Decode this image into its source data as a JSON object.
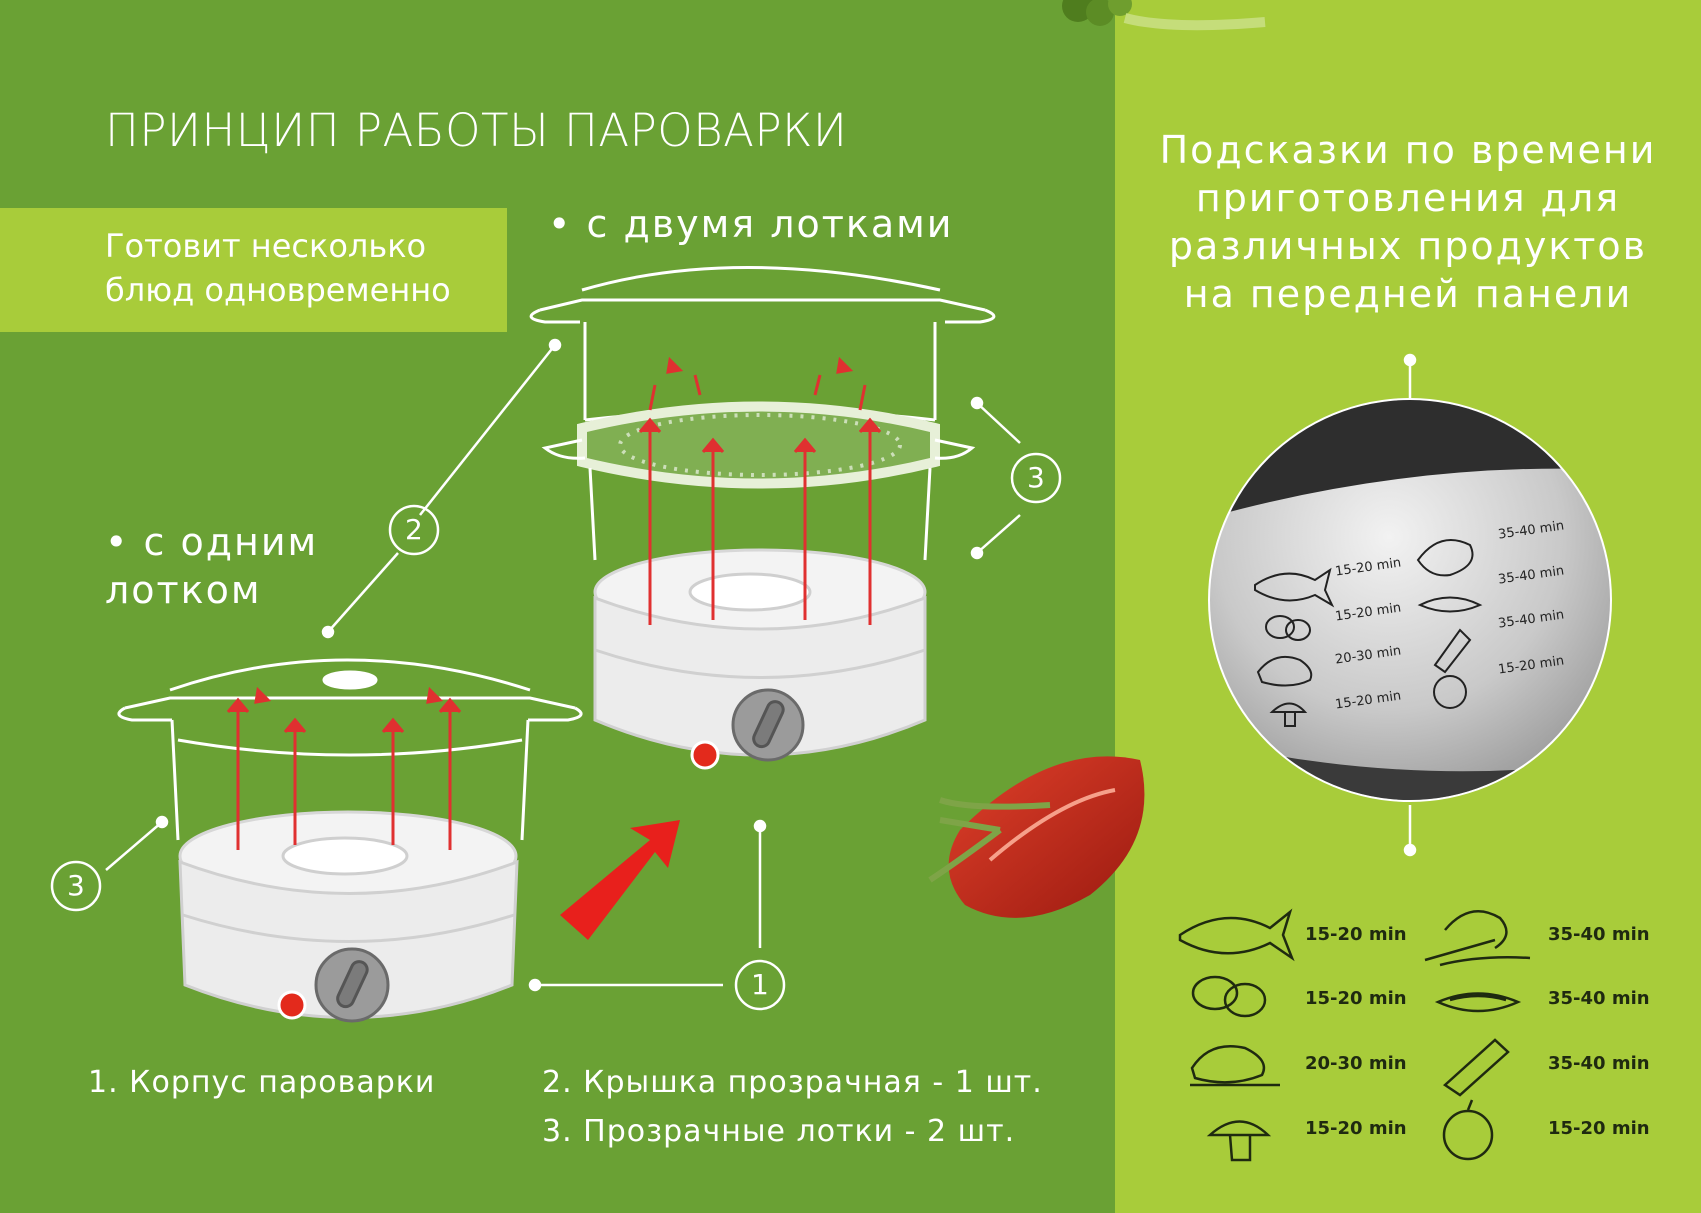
{
  "title": "ПРИНЦИП РАБОТЫ ПАРОВАРКИ",
  "feature_band": [
    "Готовит несколько",
    "блюд одновременно"
  ],
  "variants": {
    "two_trays": "• с двумя лотками",
    "one_tray": "• с одним лотком"
  },
  "callouts": {
    "body": "1",
    "lid": "2",
    "trays": "3"
  },
  "legend": [
    "1. Корпус  пароварки",
    "2. Крышка прозрачная - 1 шт.",
    "3. Прозрачные лотки - 2 шт."
  ],
  "right_heading": [
    "Подсказки по времени",
    "приготовления для",
    "различных продуктов",
    "на передней панели"
  ],
  "panel_closeup": {
    "left": [
      {
        "icon": "fish-icon",
        "time": "15-20 min"
      },
      {
        "icon": "eggs-icon",
        "time": "15-20 min"
      },
      {
        "icon": "chicken-icon",
        "time": "20-30 min"
      },
      {
        "icon": "mushroom-icon",
        "time": "15-20 min"
      }
    ],
    "right": [
      {
        "icon": "vegetables-icon",
        "time": "35-40 min"
      },
      {
        "icon": "rice-icon",
        "time": "35-40 min"
      },
      {
        "icon": "corn-icon",
        "time": "35-40 min"
      },
      {
        "icon": "apple-icon",
        "time": "15-20 min"
      }
    ]
  },
  "food_times": [
    {
      "icon": "fish-icon",
      "time": "15-20 min"
    },
    {
      "icon": "vegetables-icon",
      "time": "35-40 min"
    },
    {
      "icon": "eggs-icon",
      "time": "15-20 min"
    },
    {
      "icon": "rice-icon",
      "time": "35-40 min"
    },
    {
      "icon": "chicken-icon",
      "time": "20-30 min"
    },
    {
      "icon": "corn-icon",
      "time": "35-40 min"
    },
    {
      "icon": "mushroom-icon",
      "time": "15-20 min"
    },
    {
      "icon": "apple-icon",
      "time": "15-20 min"
    }
  ],
  "colors": {
    "dark_green": "#6aa134",
    "light_green": "#a8cc3a",
    "steam_arrow": "#e03030",
    "accent_red": "#e8201c"
  }
}
